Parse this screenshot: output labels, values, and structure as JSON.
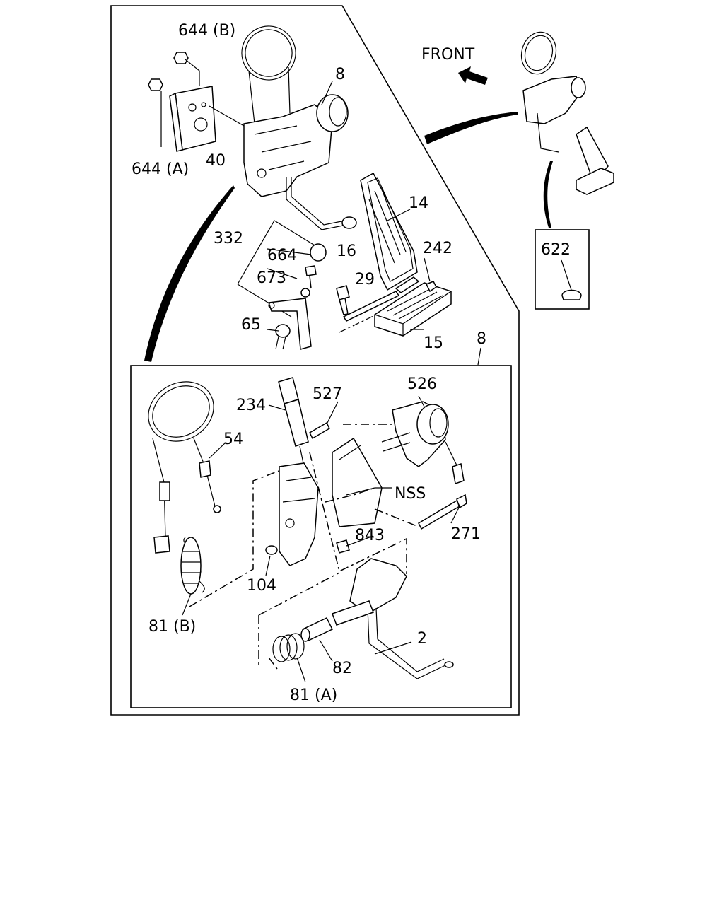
{
  "diagram": {
    "direction_label": "FRONT",
    "callouts": {
      "c644b": "644 (B)",
      "c644a": "644 (A)",
      "c40": "40",
      "c8_top": "8",
      "c14": "14",
      "c332": "332",
      "c664": "664",
      "c673": "673",
      "c65": "65",
      "c16": "16",
      "c29": "29",
      "c242": "242",
      "c15": "15",
      "c622": "622",
      "c8_box": "8",
      "c234": "234",
      "c527": "527",
      "c526": "526",
      "c54": "54",
      "cnss": "NSS",
      "c271": "271",
      "c843": "843",
      "c104": "104",
      "c81b": "81 (B)",
      "c2": "2",
      "c82": "82",
      "c81a": "81 (A)"
    }
  }
}
